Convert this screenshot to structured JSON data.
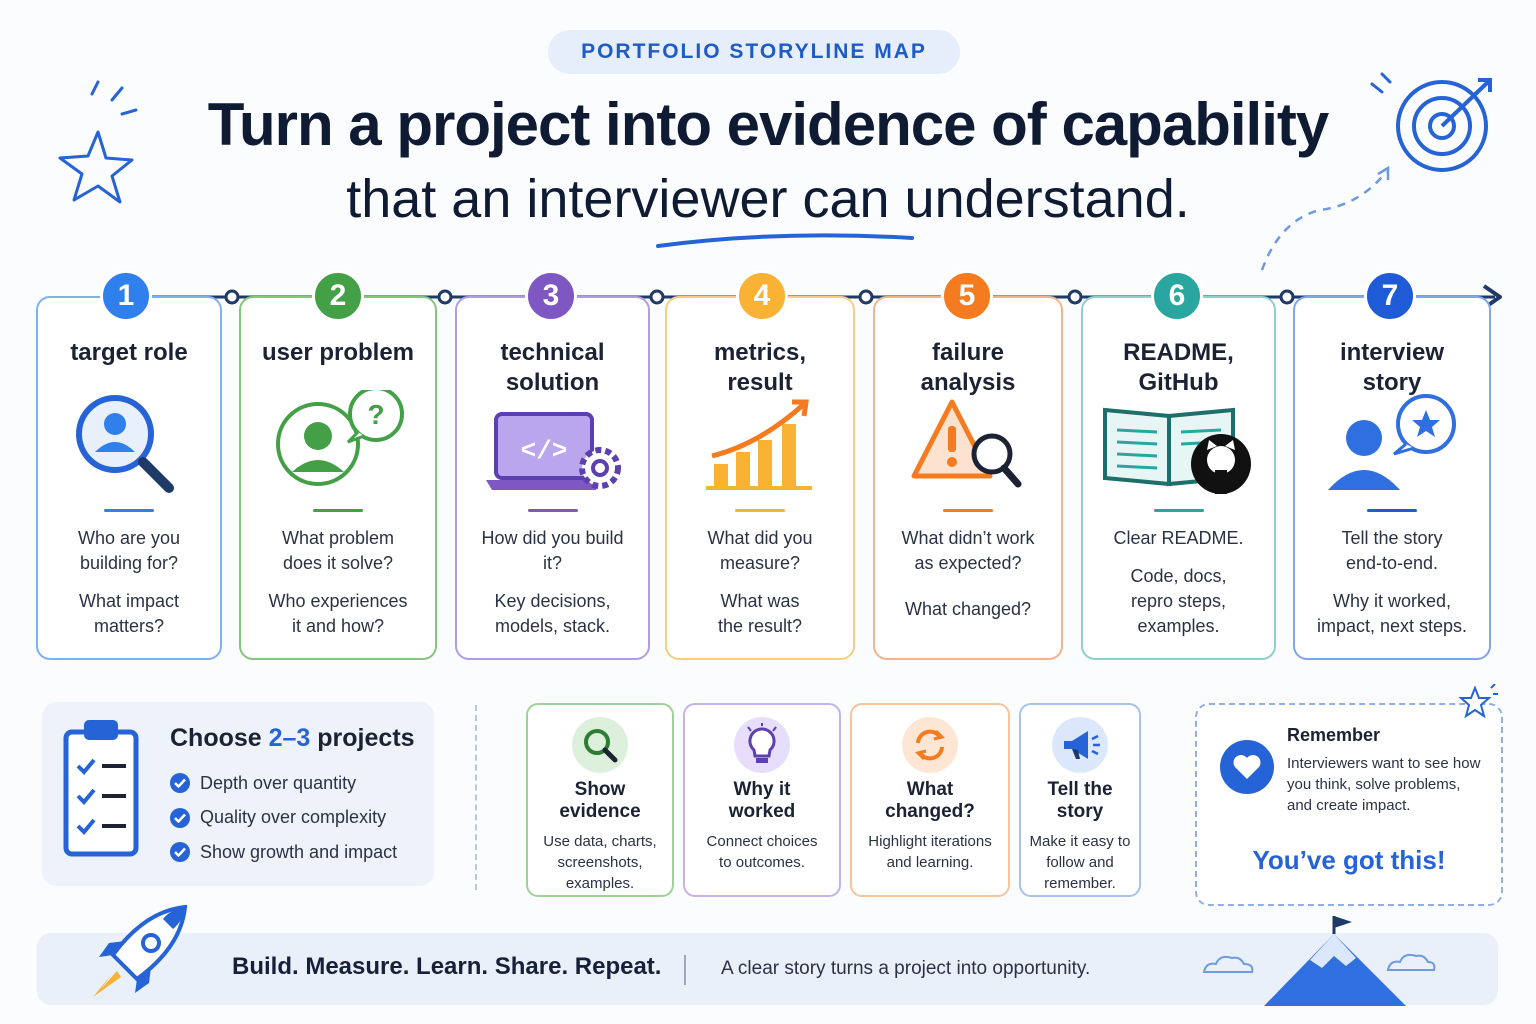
{
  "header": {
    "badge": "PORTFOLIO STORYLINE MAP",
    "title_line1": "Turn a project into evidence of capability",
    "title_line2": "that an interviewer can understand."
  },
  "colors": {
    "blue": "#2f80ed",
    "green": "#43a047",
    "purple": "#7e57c2",
    "amber": "#f9b233",
    "orange": "#f47b20",
    "teal": "#2aa6a0",
    "navy": "#1f5bd6"
  },
  "steps": [
    {
      "number": "1",
      "title": "target role",
      "icon": "magnifier-person-icon",
      "q1": "Who are you\nbuilding for?",
      "q2": "What impact\nmatters?",
      "color": "#2f80ed"
    },
    {
      "number": "2",
      "title": "user problem",
      "icon": "person-question-icon",
      "q1": "What problem\ndoes it solve?",
      "q2": "Who experiences\nit and how?",
      "color": "#43a047"
    },
    {
      "number": "3",
      "title": "technical\nsolution",
      "icon": "laptop-code-gear-icon",
      "q1": "How did you build\nit?",
      "q2": "Key decisions,\nmodels, stack.",
      "color": "#7e57c2"
    },
    {
      "number": "4",
      "title": "metrics,\nresult",
      "icon": "bar-chart-growth-icon",
      "q1": "What did you\nmeasure?",
      "q2": "What was\nthe result?",
      "color": "#f9b233"
    },
    {
      "number": "5",
      "title": "failure\nanalysis",
      "icon": "warning-magnifier-icon",
      "q1": "What didn’t work\nas expected?",
      "q2": "What changed?",
      "color": "#f47b20"
    },
    {
      "number": "6",
      "title": "README,\nGitHub",
      "icon": "book-github-icon",
      "q1": "Clear README.",
      "q2": "Code, docs,\nrepro steps,\nexamples.",
      "color": "#2aa6a0"
    },
    {
      "number": "7",
      "title": "interview\nstory",
      "icon": "person-star-bubble-icon",
      "q1": "Tell the story\nend-to-end.",
      "q2": "Why it worked,\nimpact, next steps.",
      "color": "#1f5bd6"
    }
  ],
  "choose": {
    "title_pre": "Choose ",
    "title_highlight": "2–3",
    "title_post": " projects",
    "items": [
      "Depth over quantity",
      "Quality over complexity",
      "Show growth and impact"
    ]
  },
  "tips": [
    {
      "title": "Show\nevidence",
      "desc": "Use data, charts,\nscreenshots,\nexamples.",
      "icon": "search-icon",
      "color": "#43a047"
    },
    {
      "title": "Why it\nworked",
      "desc": "Connect choices\nto outcomes.",
      "icon": "lightbulb-icon",
      "color": "#7e57c2"
    },
    {
      "title": "What\nchanged?",
      "desc": "Highlight iterations\nand learning.",
      "icon": "refresh-icon",
      "color": "#f47b20"
    },
    {
      "title": "Tell the\nstory",
      "desc": "Make it easy to\nfollow and\nremember.",
      "icon": "megaphone-icon",
      "color": "#2f80ed"
    }
  ],
  "remember": {
    "title": "Remember",
    "text": "Interviewers want to see how you think, solve problems, and create impact.",
    "cta": "You’ve got this!"
  },
  "footer": {
    "main": "Build. Measure. Learn. Share. Repeat.",
    "sub": "A clear story turns a project into opportunity."
  }
}
